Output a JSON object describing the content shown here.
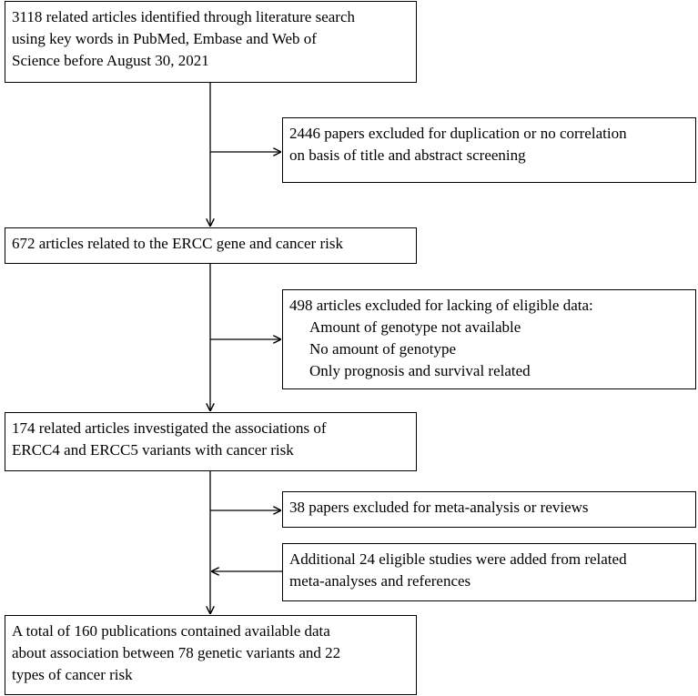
{
  "flowchart": {
    "step_identified": {
      "lines": [
        "3118 related articles identified through literature search",
        "using key words in PubMed, Embase and Web of",
        "Science before August 30, 2021"
      ]
    },
    "exclusion_duplication": {
      "lines": [
        "2446 papers excluded for duplication or no correlation",
        "on basis of title and abstract screening"
      ]
    },
    "step_screened": {
      "text": "672 articles related to the ERCC gene and cancer risk"
    },
    "exclusion_eligibility": {
      "heading": "498 articles excluded for lacking of eligible data:",
      "reasons": [
        "Amount of genotype not available",
        "No amount of genotype",
        "Only prognosis and survival related"
      ]
    },
    "step_investigated": {
      "lines": [
        "174 related articles investigated the associations of",
        "ERCC4 and ERCC5 variants with cancer risk"
      ]
    },
    "exclusion_meta": {
      "text": "38 papers excluded for meta-analysis or reviews"
    },
    "addition_studies": {
      "lines": [
        "Additional 24 eligible studies were added from related",
        "meta-analyses and references"
      ]
    },
    "step_final": {
      "lines": [
        "A total of 160 publications contained available data",
        "about association between 78 genetic variants and 22",
        "types of cancer risk"
      ]
    }
  }
}
